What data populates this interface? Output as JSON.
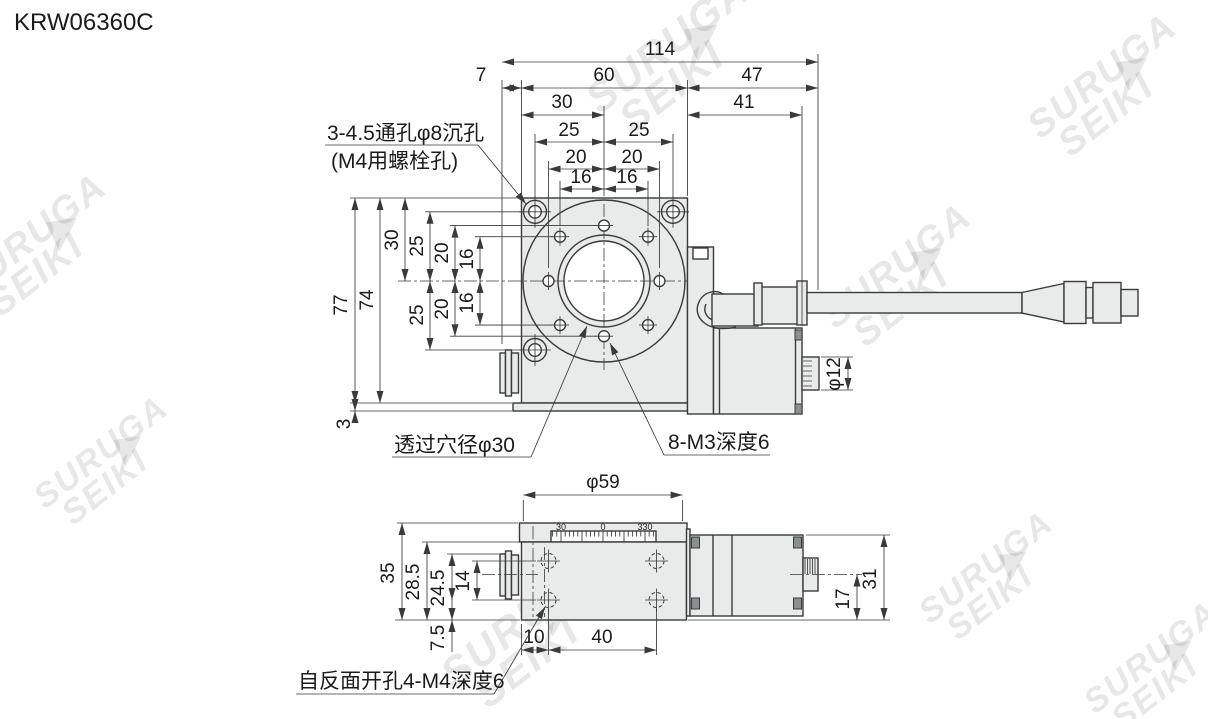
{
  "title": "KRW06360C",
  "watermark": {
    "line1": "SURUGA",
    "line2": "SEIKI",
    "arrow": "▶"
  },
  "top_view": {
    "leader_labels": {
      "counterbore_line1": "3-4.5通孔φ8沉孔",
      "counterbore_line2": "(M4用螺栓孔)",
      "through_hole": "透过穴径φ30",
      "m3_holes": "8-M3深度6",
      "knob_dia": "φ12"
    },
    "dims": {
      "total_width": "114",
      "left_offset": "7",
      "body_width": "60",
      "motor_width": "47",
      "center_from_left": "30",
      "motor_length": "41",
      "cbore_left": "25",
      "cbore_right": "25",
      "m3_left": "20",
      "m3_right": "20",
      "m3diag_left": "16",
      "m3diag_right": "16",
      "total_height": "77",
      "body_height": "74",
      "center_from_top": "30",
      "cbore_up": "25",
      "cbore_down": "25",
      "m3_up": "20",
      "m3_down": "20",
      "m3diag_up": "16",
      "m3diag_down": "16",
      "base_plate": "3"
    }
  },
  "side_view": {
    "dial_diameter": "φ59",
    "scale_ticks": [
      "30",
      "0",
      "330"
    ],
    "bottom_holes_label": "自反面开孔4-M4深度6",
    "dims": {
      "total_height": "35",
      "body_height": "28.5",
      "knob_center": "24.5",
      "hole_spacing_v": "14",
      "hole_from_bottom": "7.5",
      "hole_from_left": "10",
      "hole_spacing_h": "40",
      "motor_knob_center": "17",
      "motor_height": "31"
    }
  }
}
